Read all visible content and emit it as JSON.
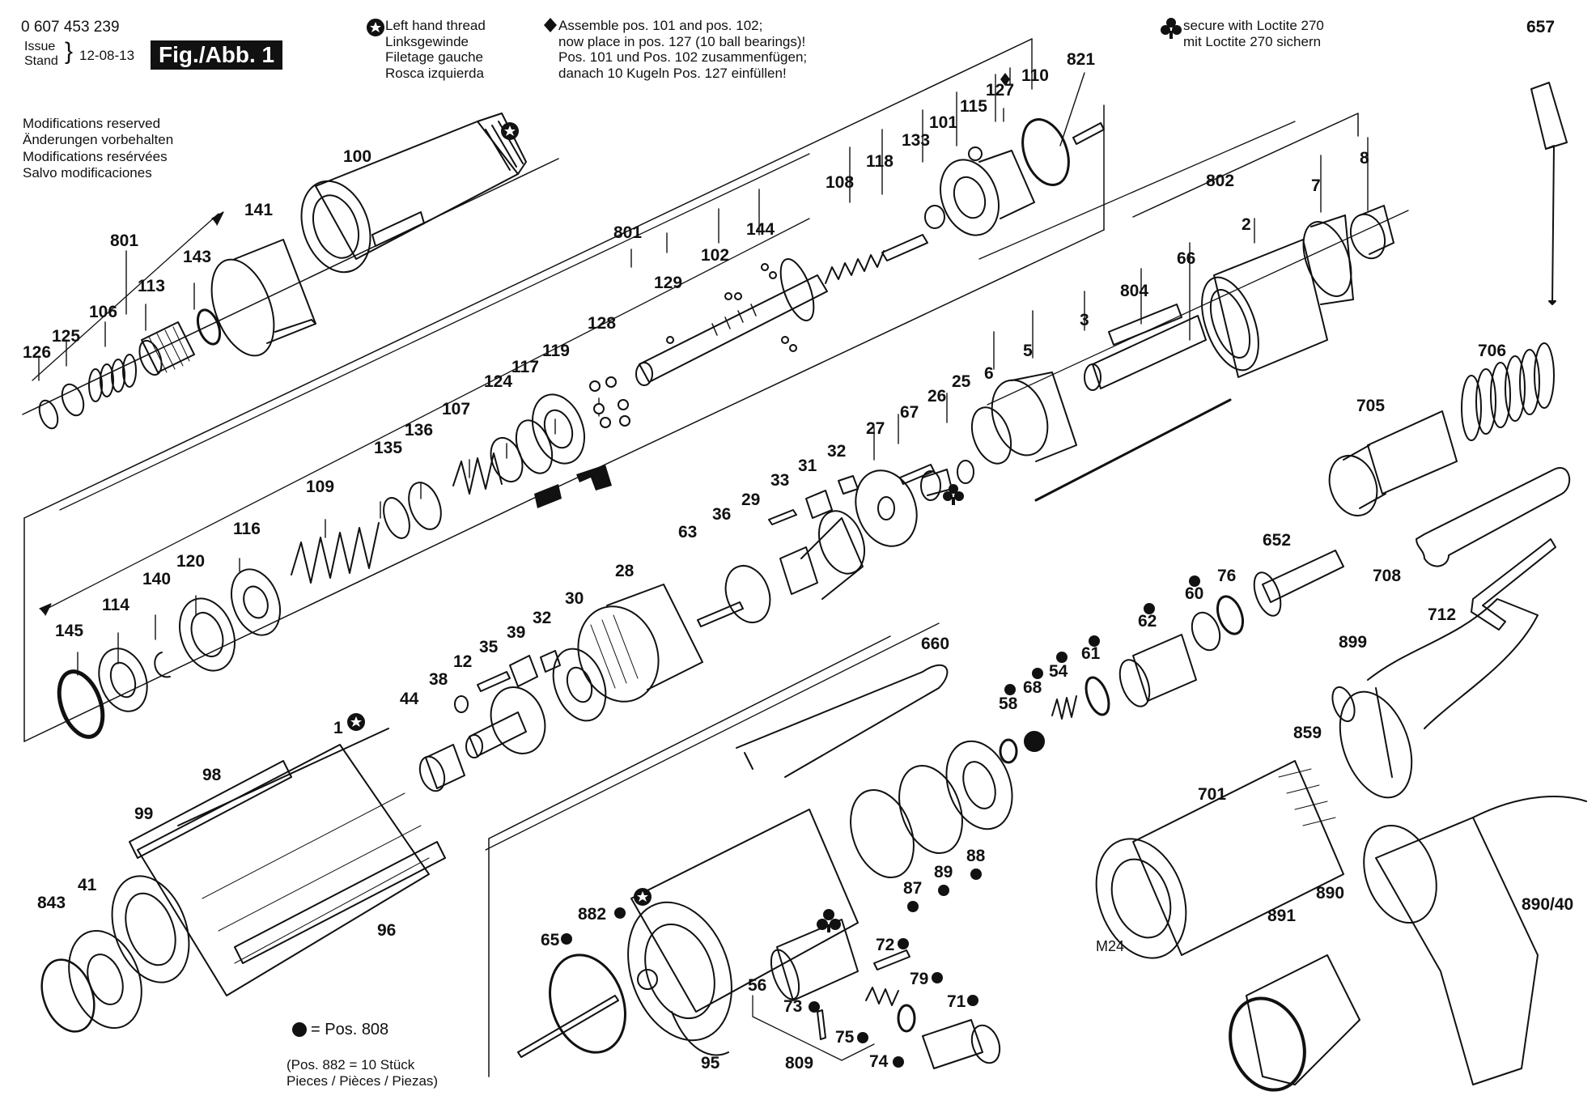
{
  "header": {
    "part_number": "0 607 453 239",
    "issue_label_1": "Issue",
    "issue_label_2": "Stand",
    "issue_date": "12-08-13",
    "fig_label": "Fig./Abb. 1"
  },
  "notes": {
    "modifications": [
      "Modifications reserved",
      "Änderungen vorbehalten",
      "Modifications resérvées",
      "Salvo modificaciones"
    ],
    "left_thread": [
      "Left hand thread",
      "Linksgewinde",
      "Filetage gauche",
      "Rosca izquierda"
    ],
    "assemble": [
      "Assemble pos. 101 and pos. 102;",
      "now place in pos. 127 (10 ball bearings)!",
      "Pos. 101 und Pos. 102 zusammenfügen;",
      "danach 10 Kugeln Pos. 127 einfüllen!"
    ],
    "loctite": [
      "secure with Loctite 270",
      "mit Loctite 270 sichern"
    ],
    "pos808": "= Pos. 808",
    "pos882": [
      "(Pos. 882 = 10 Stück",
      "Pieces / Pièces / Piezas)"
    ],
    "m24": "M24"
  },
  "labels": [
    {
      "id": "657",
      "text": "657"
    },
    {
      "id": "821",
      "text": "821"
    },
    {
      "id": "110",
      "text": "110"
    },
    {
      "id": "127",
      "text": "127"
    },
    {
      "id": "115",
      "text": "115"
    },
    {
      "id": "101",
      "text": "101"
    },
    {
      "id": "133",
      "text": "133"
    },
    {
      "id": "118",
      "text": "118"
    },
    {
      "id": "108",
      "text": "108"
    },
    {
      "id": "100",
      "text": "100"
    },
    {
      "id": "141",
      "text": "141"
    },
    {
      "id": "801a",
      "text": "801"
    },
    {
      "id": "113",
      "text": "113"
    },
    {
      "id": "143",
      "text": "143"
    },
    {
      "id": "106",
      "text": "106"
    },
    {
      "id": "125",
      "text": "125"
    },
    {
      "id": "126",
      "text": "126"
    },
    {
      "id": "801b",
      "text": "801"
    },
    {
      "id": "144",
      "text": "144"
    },
    {
      "id": "102",
      "text": "102"
    },
    {
      "id": "129",
      "text": "129"
    },
    {
      "id": "128",
      "text": "128"
    },
    {
      "id": "119",
      "text": "119"
    },
    {
      "id": "117",
      "text": "117"
    },
    {
      "id": "124",
      "text": "124"
    },
    {
      "id": "107",
      "text": "107"
    },
    {
      "id": "136",
      "text": "136"
    },
    {
      "id": "135",
      "text": "135"
    },
    {
      "id": "109",
      "text": "109"
    },
    {
      "id": "116",
      "text": "116"
    },
    {
      "id": "120",
      "text": "120"
    },
    {
      "id": "140",
      "text": "140"
    },
    {
      "id": "114",
      "text": "114"
    },
    {
      "id": "145",
      "text": "145"
    },
    {
      "id": "802",
      "text": "802"
    },
    {
      "id": "7",
      "text": "7"
    },
    {
      "id": "8",
      "text": "8"
    },
    {
      "id": "2",
      "text": "2"
    },
    {
      "id": "66",
      "text": "66"
    },
    {
      "id": "804",
      "text": "804"
    },
    {
      "id": "3",
      "text": "3"
    },
    {
      "id": "5",
      "text": "5"
    },
    {
      "id": "6",
      "text": "6"
    },
    {
      "id": "706",
      "text": "706"
    },
    {
      "id": "705",
      "text": "705"
    },
    {
      "id": "25",
      "text": "25"
    },
    {
      "id": "26",
      "text": "26"
    },
    {
      "id": "67",
      "text": "67"
    },
    {
      "id": "27",
      "text": "27"
    },
    {
      "id": "32a",
      "text": "32"
    },
    {
      "id": "31",
      "text": "31"
    },
    {
      "id": "33",
      "text": "33"
    },
    {
      "id": "29",
      "text": "29"
    },
    {
      "id": "36",
      "text": "36"
    },
    {
      "id": "63",
      "text": "63"
    },
    {
      "id": "28",
      "text": "28"
    },
    {
      "id": "30",
      "text": "30"
    },
    {
      "id": "32b",
      "text": "32"
    },
    {
      "id": "39",
      "text": "39"
    },
    {
      "id": "35",
      "text": "35"
    },
    {
      "id": "12",
      "text": "12"
    },
    {
      "id": "38",
      "text": "38"
    },
    {
      "id": "44",
      "text": "44"
    },
    {
      "id": "708",
      "text": "708"
    },
    {
      "id": "712",
      "text": "712"
    },
    {
      "id": "652",
      "text": "652"
    },
    {
      "id": "76",
      "text": "76"
    },
    {
      "id": "60",
      "text": "60"
    },
    {
      "id": "62",
      "text": "62"
    },
    {
      "id": "61",
      "text": "61"
    },
    {
      "id": "54",
      "text": "54"
    },
    {
      "id": "68",
      "text": "68"
    },
    {
      "id": "58",
      "text": "58"
    },
    {
      "id": "660",
      "text": "660"
    },
    {
      "id": "899",
      "text": "899"
    },
    {
      "id": "859",
      "text": "859"
    },
    {
      "id": "1",
      "text": "1"
    },
    {
      "id": "98",
      "text": "98"
    },
    {
      "id": "99",
      "text": "99"
    },
    {
      "id": "41",
      "text": "41"
    },
    {
      "id": "843",
      "text": "843"
    },
    {
      "id": "96",
      "text": "96"
    },
    {
      "id": "701",
      "text": "701"
    },
    {
      "id": "890",
      "text": "890"
    },
    {
      "id": "890_40",
      "text": "890/40"
    },
    {
      "id": "891",
      "text": "891"
    },
    {
      "id": "88",
      "text": "88"
    },
    {
      "id": "89",
      "text": "89"
    },
    {
      "id": "87",
      "text": "87"
    },
    {
      "id": "882",
      "text": "882"
    },
    {
      "id": "65",
      "text": "65"
    },
    {
      "id": "72",
      "text": "72"
    },
    {
      "id": "79",
      "text": "79"
    },
    {
      "id": "71",
      "text": "71"
    },
    {
      "id": "56",
      "text": "56"
    },
    {
      "id": "73",
      "text": "73"
    },
    {
      "id": "75",
      "text": "75"
    },
    {
      "id": "74",
      "text": "74"
    },
    {
      "id": "809",
      "text": "809"
    },
    {
      "id": "95",
      "text": "95"
    }
  ]
}
